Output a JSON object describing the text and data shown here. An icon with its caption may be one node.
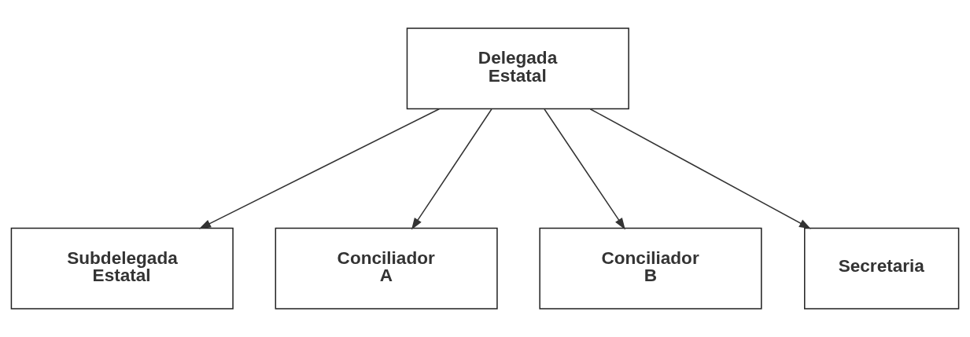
{
  "diagram": {
    "nodes": [
      {
        "text": [
          "Delegada Estatal"
        ]
      },
      {
        "text": [
          "Subdelegada Estatal"
        ]
      },
      {
        "text": [
          "Conciliador A"
        ]
      },
      {
        "text": [
          "Conciliador B"
        ]
      },
      {
        "text": [
          "Secretaria"
        ]
      }
    ],
    "edges": [
      {
        "from": 0,
        "to": 1,
        "arrow": "to"
      },
      {
        "from": 0,
        "to": 2,
        "arrow": "to"
      },
      {
        "from": 0,
        "to": 3,
        "arrow": "to"
      },
      {
        "from": 0,
        "to": 4,
        "arrow": "to"
      }
    ]
  }
}
